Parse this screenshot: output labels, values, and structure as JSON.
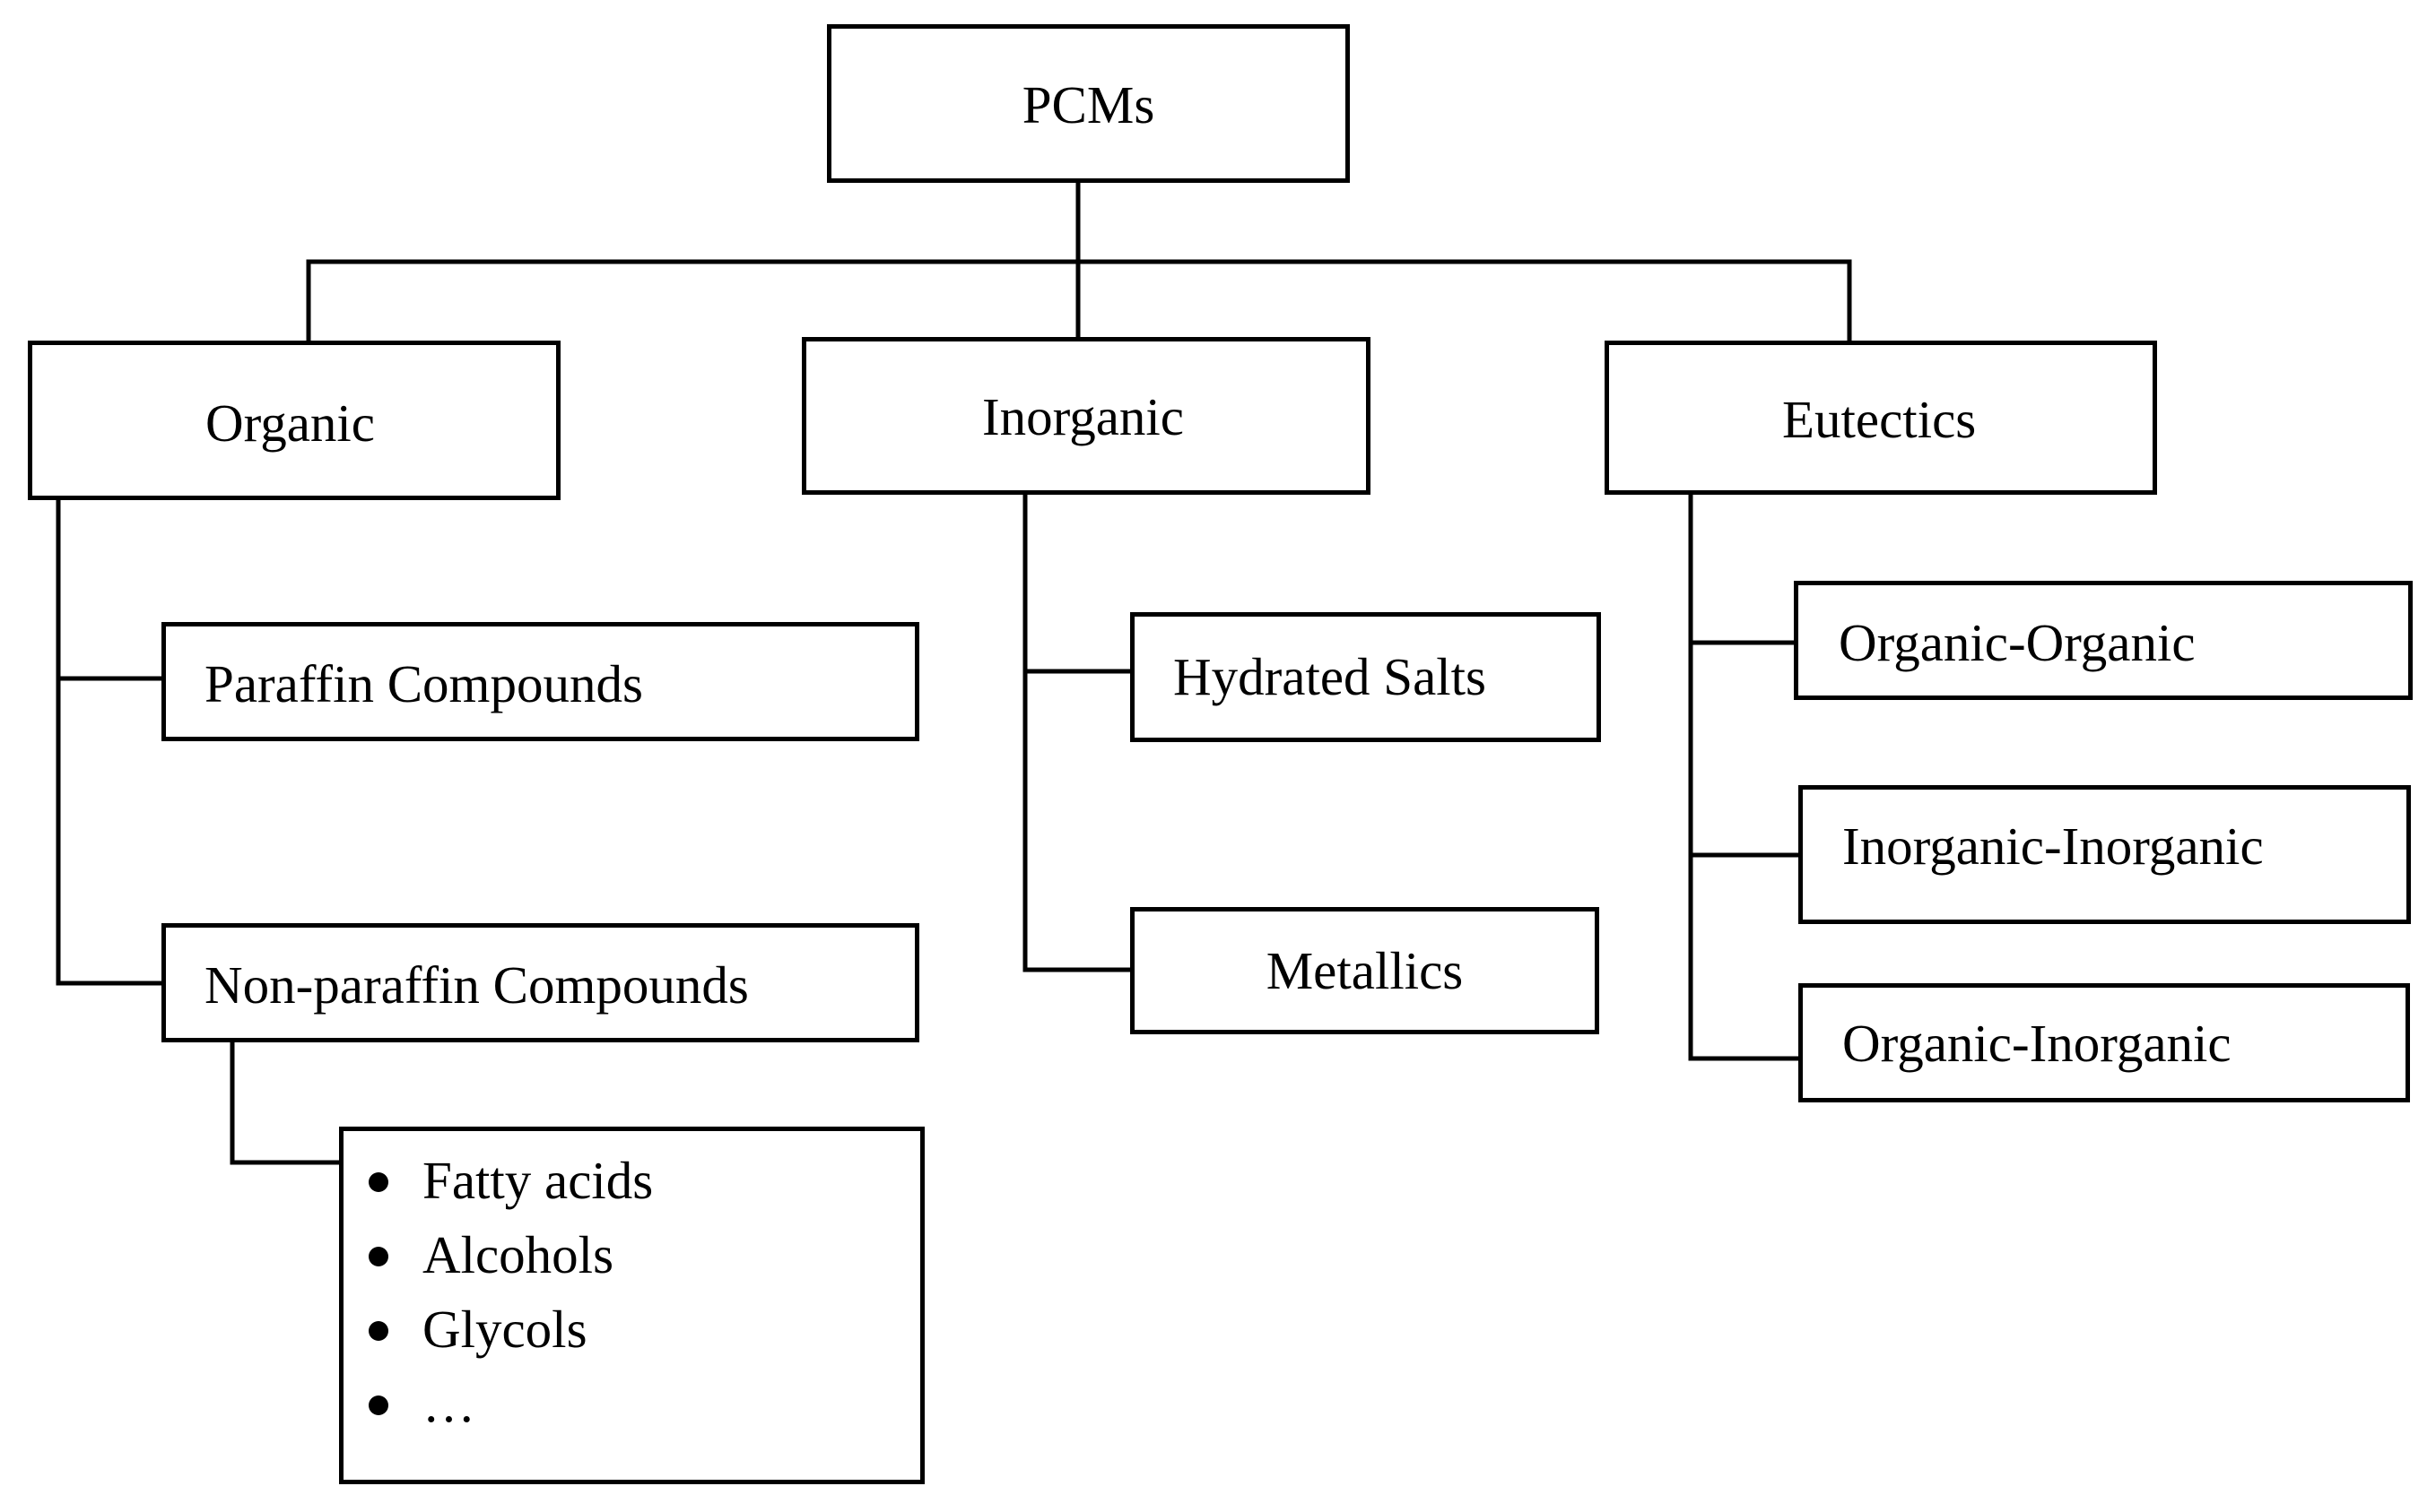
{
  "root": {
    "label": "PCMs"
  },
  "categories": [
    {
      "label": "Organic",
      "children": [
        {
          "label": "Paraffin Compounds"
        },
        {
          "label": "Non-paraffin Compounds",
          "examples": [
            "Fatty acids",
            "Alcohols",
            "Glycols",
            "…"
          ]
        }
      ]
    },
    {
      "label": "Inorganic",
      "children": [
        {
          "label": "Hydrated Salts"
        },
        {
          "label": "Metallics"
        }
      ]
    },
    {
      "label": "Eutectics",
      "children": [
        {
          "label": "Organic-Organic"
        },
        {
          "label": "Inorganic-Inorganic"
        },
        {
          "label": "Organic-Inorganic"
        }
      ]
    }
  ]
}
